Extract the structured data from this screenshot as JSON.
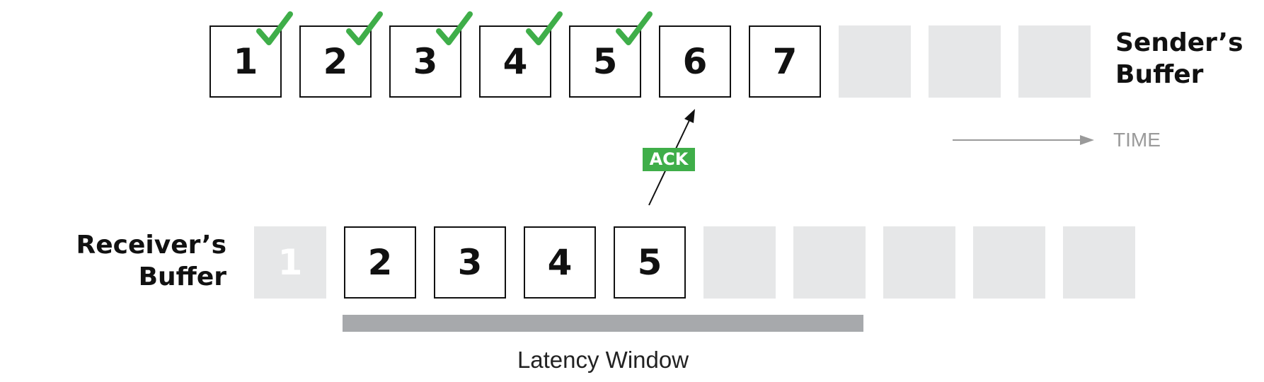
{
  "sender": {
    "label_line1": "Sender’s",
    "label_line2": "Buffer",
    "packets": [
      {
        "label": "1",
        "acked": true
      },
      {
        "label": "2",
        "acked": true
      },
      {
        "label": "3",
        "acked": true
      },
      {
        "label": "4",
        "acked": true
      },
      {
        "label": "5",
        "acked": true
      },
      {
        "label": "6",
        "acked": false
      },
      {
        "label": "7",
        "acked": false
      }
    ],
    "empty_slots": 3
  },
  "receiver": {
    "label_line1": "Receiver’s",
    "label_line2": "Buffer",
    "released_packet": "1",
    "packets": [
      "2",
      "3",
      "4",
      "5"
    ],
    "empty_slots": 5
  },
  "ack": {
    "label": "ACK"
  },
  "time": {
    "label": "TIME"
  },
  "latency": {
    "label": "Latency Window"
  },
  "colors": {
    "check": "#3fae49",
    "ack_badge": "#3fae49",
    "empty_slot": "#e6e7e8",
    "latency_bar": "#a7a9ac",
    "time_arrow": "#9a9a9a"
  },
  "icons": {
    "acked": "check-icon"
  }
}
